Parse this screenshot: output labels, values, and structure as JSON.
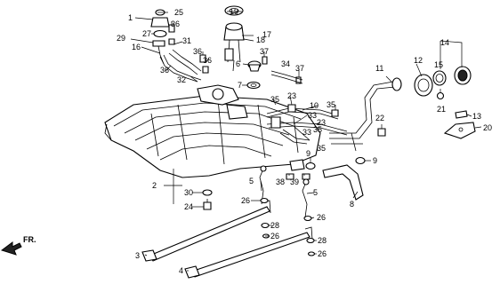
{
  "diagram": {
    "callouts": [
      "25",
      "1",
      "27",
      "29",
      "16",
      "36",
      "31",
      "36",
      "36",
      "32",
      "36",
      "19",
      "17",
      "18",
      "6",
      "37",
      "34",
      "37",
      "7",
      "35",
      "23",
      "10",
      "33",
      "35",
      "23",
      "35",
      "33",
      "35",
      "11",
      "12",
      "15",
      "14",
      "21",
      "13",
      "20",
      "22",
      "9",
      "9",
      "8",
      "38",
      "39",
      "5",
      "5",
      "26",
      "26",
      "28",
      "26",
      "28",
      "26",
      "2",
      "30",
      "24",
      "3",
      "4"
    ],
    "direction_label": "FR."
  }
}
